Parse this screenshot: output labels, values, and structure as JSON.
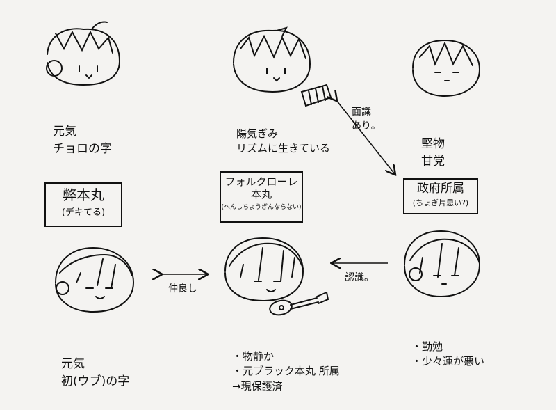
{
  "characters": [
    {
      "id": "top-left",
      "desc_lines": [
        "元気",
        "チョロの字"
      ]
    },
    {
      "id": "top-center",
      "desc_lines": [
        "陽気ぎみ",
        "リズムに生きている"
      ]
    },
    {
      "id": "top-right",
      "desc_lines": [
        "堅物",
        "甘党"
      ]
    },
    {
      "id": "bottom-left",
      "desc_lines": [
        "元気",
        "初(ウブ)の字"
      ]
    },
    {
      "id": "bottom-center",
      "desc_lines": [
        "・物静か",
        "・元ブラック本丸 所属",
        "→現保護済"
      ]
    },
    {
      "id": "bottom-right",
      "desc_lines": [
        "・勤勉",
        "・少々運が悪い"
      ]
    }
  ],
  "boxes": {
    "left": {
      "title": "弊本丸",
      "sub": "(デキてる)"
    },
    "center": {
      "title": "フォルクローレ\n本丸",
      "sub": "(へんしちょうぎんならない)"
    },
    "right": {
      "title": "政府所属",
      "sub": "(ちょぎ片思い?)"
    }
  },
  "edges": {
    "acquaintance": "面識\nあり。",
    "friends": "仲良し",
    "recognition": "認識。"
  }
}
